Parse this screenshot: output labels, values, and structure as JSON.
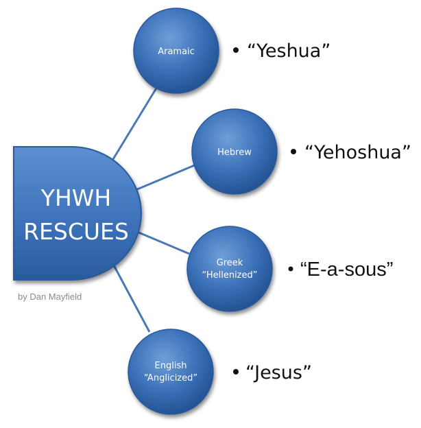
{
  "central": {
    "line1": "YHWH",
    "line2": "RESCUES"
  },
  "credit": "by Dan Mayfield",
  "branches": [
    {
      "label_lines": [
        "Aramaic"
      ],
      "transliteration": "“Yeshua”"
    },
    {
      "label_lines": [
        "Hebrew"
      ],
      "transliteration": "“Yehoshua”"
    },
    {
      "label_lines": [
        "Greek",
        "“Hellenized”"
      ],
      "transliteration": "“E-a-sous”"
    },
    {
      "label_lines": [
        "English",
        "“Anglicized”"
      ],
      "transliteration": "“Jesus”"
    }
  ],
  "colors": {
    "node_fill": "#3b70b8",
    "node_dark": "#1f4e8c",
    "node_light": "#6f9fd8",
    "connector": "#4a78b6"
  }
}
